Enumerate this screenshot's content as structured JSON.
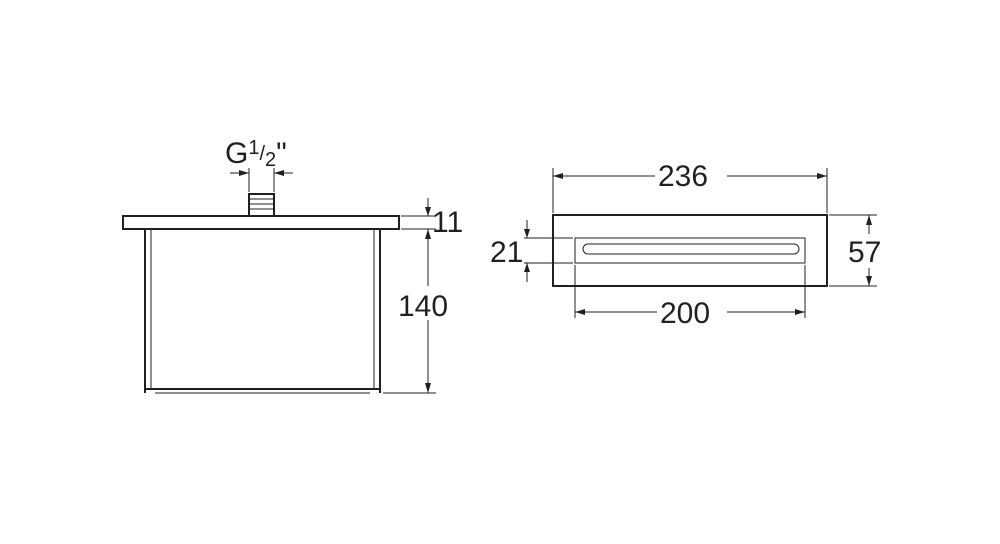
{
  "side_view": {
    "thread_label": {
      "prefix": "G",
      "num": "1",
      "slash": "/",
      "den": "2",
      "inch": "\""
    },
    "flange_height": "11",
    "body_height": "140"
  },
  "top_view": {
    "overall_width": "236",
    "slot_width": "200",
    "overall_depth": "57",
    "slot_depth": "21"
  }
}
